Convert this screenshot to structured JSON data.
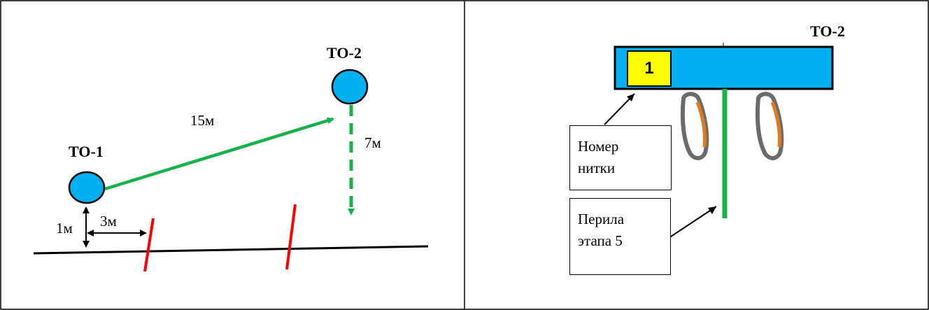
{
  "left": {
    "to1_label": "ТО-1",
    "to2_label": "ТО-2",
    "dist_15": "15м",
    "dist_7": "7м",
    "dist_1": "1м",
    "dist_3": "3м"
  },
  "right": {
    "to2_label": "ТО-2",
    "thread_number": "1",
    "callout_thread": [
      "Номер",
      "нитки"
    ],
    "callout_railing": [
      "Перила",
      "этапа 5"
    ]
  },
  "colors": {
    "node_fill": "#00b0f0",
    "line_green": "#17b24a",
    "marker_red": "#ff0000",
    "beam_fill": "#00b0f0",
    "number_fill": "#ffff00"
  }
}
